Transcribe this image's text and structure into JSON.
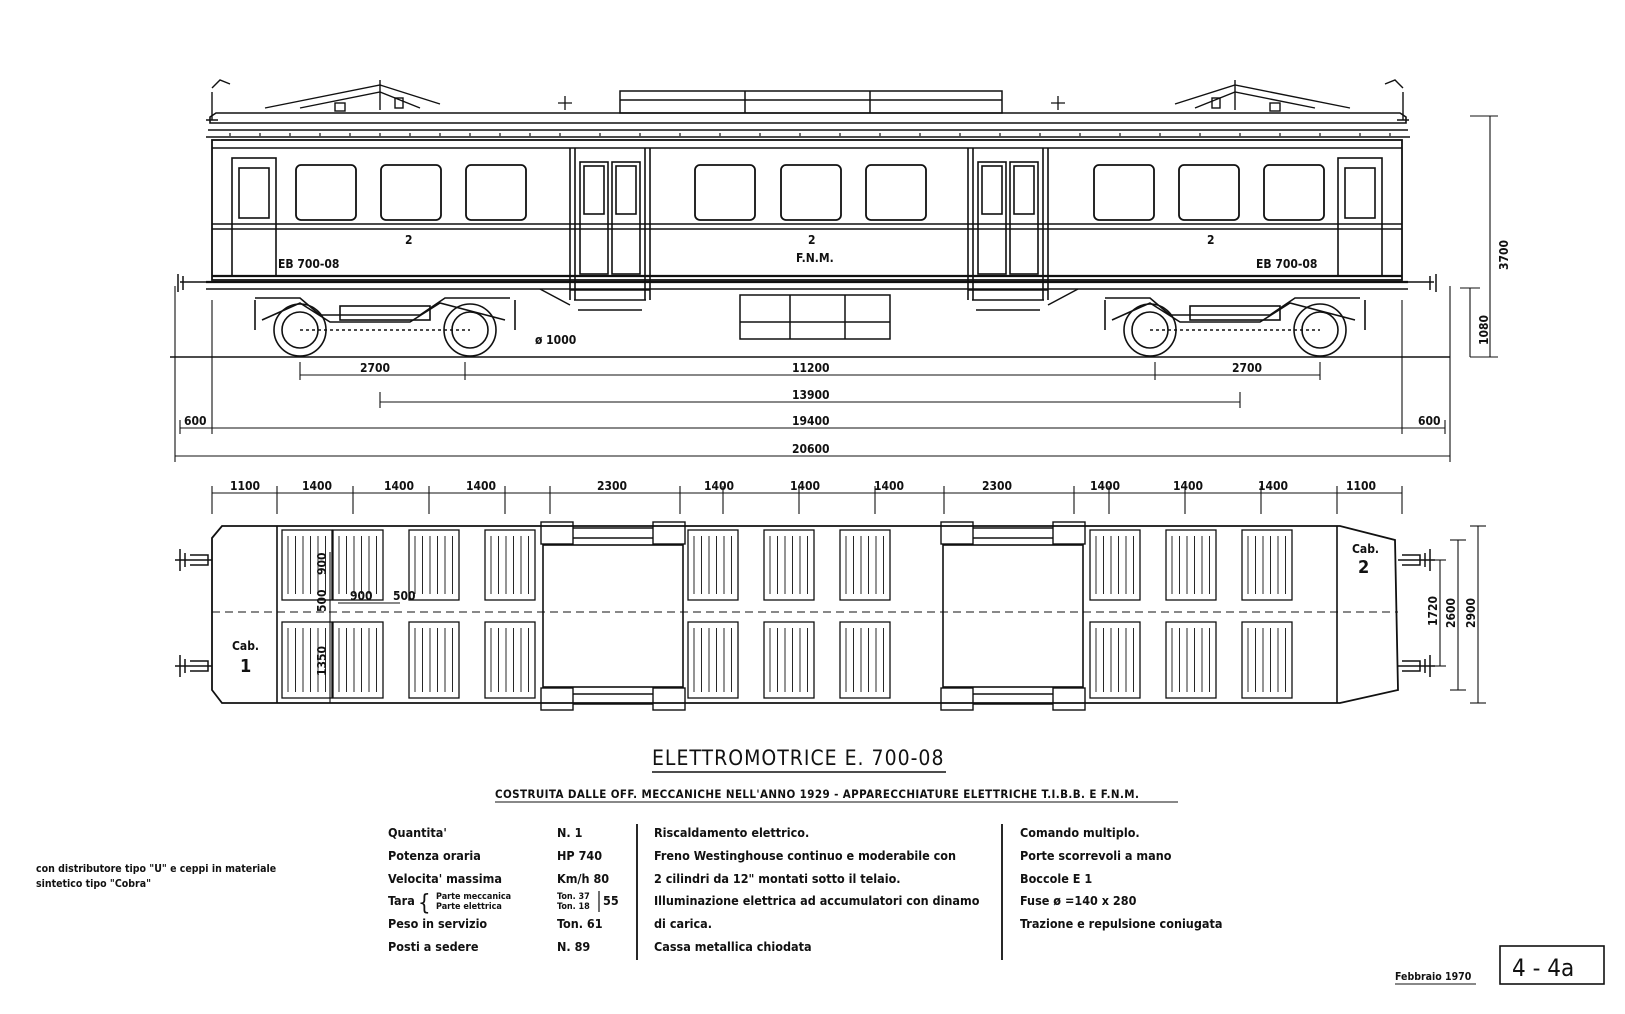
{
  "side_view": {
    "car_number_left": "EB 700-08",
    "car_number_right": "EB 700-08",
    "class_left": "2",
    "class_center": "2",
    "class_right": "2",
    "owner": "F.N.M.",
    "wheel_label": "ø 1000",
    "height_total": "3700",
    "height_floor": "1080",
    "dims": {
      "bogie_left": "2700",
      "bogie_center": "11200",
      "bogie_right": "2700",
      "bogie_pivots": "13900",
      "body_length": "19400",
      "buffer_left": "600",
      "buffer_right": "600",
      "overall_length": "20600"
    }
  },
  "plan_view": {
    "top_dims": [
      "1100",
      "1400",
      "1400",
      "1400",
      "2300",
      "1400",
      "1400",
      "1400",
      "2300",
      "1400",
      "1400",
      "1400",
      "1100"
    ],
    "aisle_dims": {
      "seat_depth": "900",
      "aisle": "500",
      "gap": "500",
      "seat_pitch": "900",
      "lower": "1350"
    },
    "width_dims": {
      "inner": "1720",
      "interior": "2600",
      "outer": "2900"
    },
    "cab_left_label": "Cab.",
    "cab_left_num": "1",
    "cab_right_label": "Cab.",
    "cab_right_num": "2"
  },
  "title": "ELETTROMOTRICE  E. 700-08",
  "subtitle": "COSTRUITA  DALLE  OFF.  MECCANICHE  NELL'ANNO  1929 - APPARECCHIATURE  ELETTRICHE  T.I.B.B. E  F.N.M.",
  "side_note": {
    "line1": "con distributore tipo \"U\" e ceppi in materiale",
    "line2": "sintetico tipo \"Cobra\""
  },
  "specs": {
    "col1": [
      {
        "label": "Quantita'",
        "value": "N. 1"
      },
      {
        "label": "Potenza  oraria",
        "value": "HP 740"
      },
      {
        "label": "Velocita'  massima",
        "value": "Km/h  80"
      },
      {
        "label": "Tara",
        "sub1": "Parte  meccanica",
        "sub2": "Parte  elettrica",
        "v1": "Ton. 37",
        "v2": "Ton. 18",
        "total": "55"
      },
      {
        "label": "Peso  in  servizio",
        "value": "Ton. 61"
      },
      {
        "label": "Posti  a  sedere",
        "value": "N. 89"
      }
    ],
    "col2": [
      "Riscaldamento  elettrico.",
      "Freno  Westinghouse  continuo  e  moderabile  con",
      "2 cilindri  da  12\"  montati  sotto  il  telaio.",
      "Illuminazione  elettrica  ad  accumulatori  con  dinamo",
      "di  carica.",
      "Cassa  metallica  chiodata"
    ],
    "col3": [
      "Comando  multiplo.",
      "Porte  scorrevoli  a  mano",
      "Boccole  E 1",
      "Fuse  ø =140 x 280",
      "Trazione  e  repulsione  coniugata"
    ]
  },
  "footer": {
    "date": "Febbraio 1970",
    "sheet_number": "4 - 4a"
  }
}
